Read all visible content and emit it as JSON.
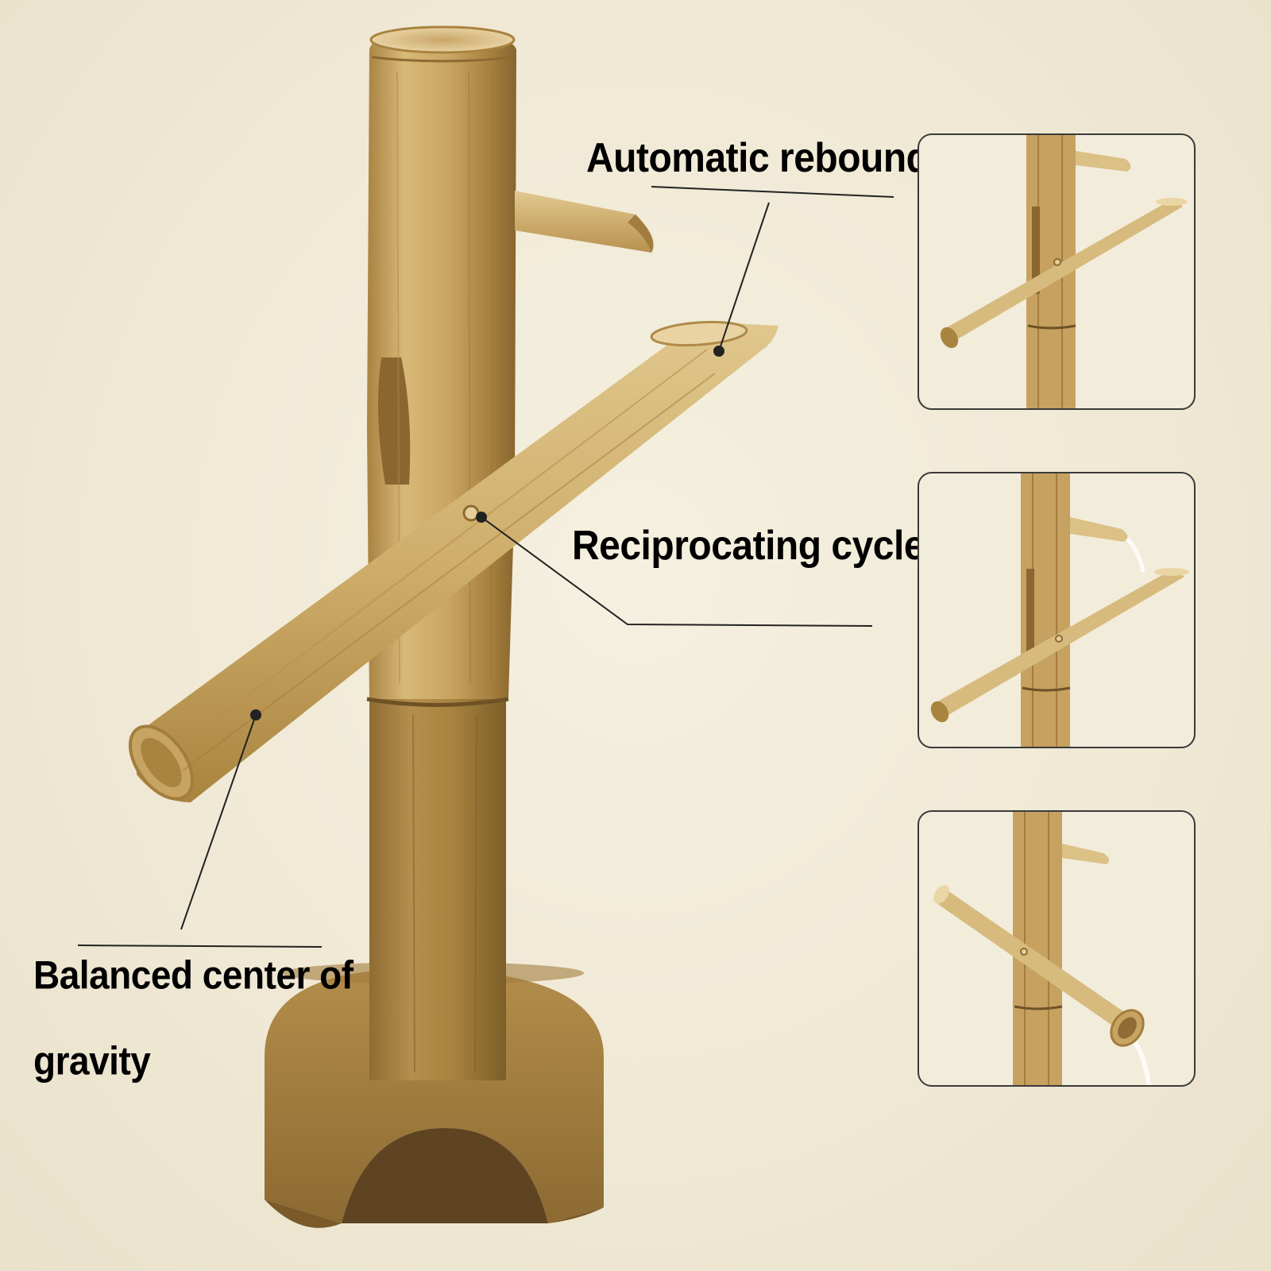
{
  "callouts": {
    "automatic_rebound": "Automatic rebound",
    "reciprocating_cycle": "Reciprocating cycle",
    "balanced_line1": "Balanced center of",
    "balanced_line2": "gravity"
  },
  "colors": {
    "background": "#efe8d4",
    "bamboo_light": "#d8bb7c",
    "bamboo_mid": "#c29a55",
    "bamboo_dark": "#8c6a32",
    "node_ring": "#6e5226",
    "leader_line": "#222222",
    "panel_border": "#3a3a3a"
  },
  "inset_panels": [
    {
      "state": "rest"
    },
    {
      "state": "filling"
    },
    {
      "state": "tipped"
    }
  ]
}
